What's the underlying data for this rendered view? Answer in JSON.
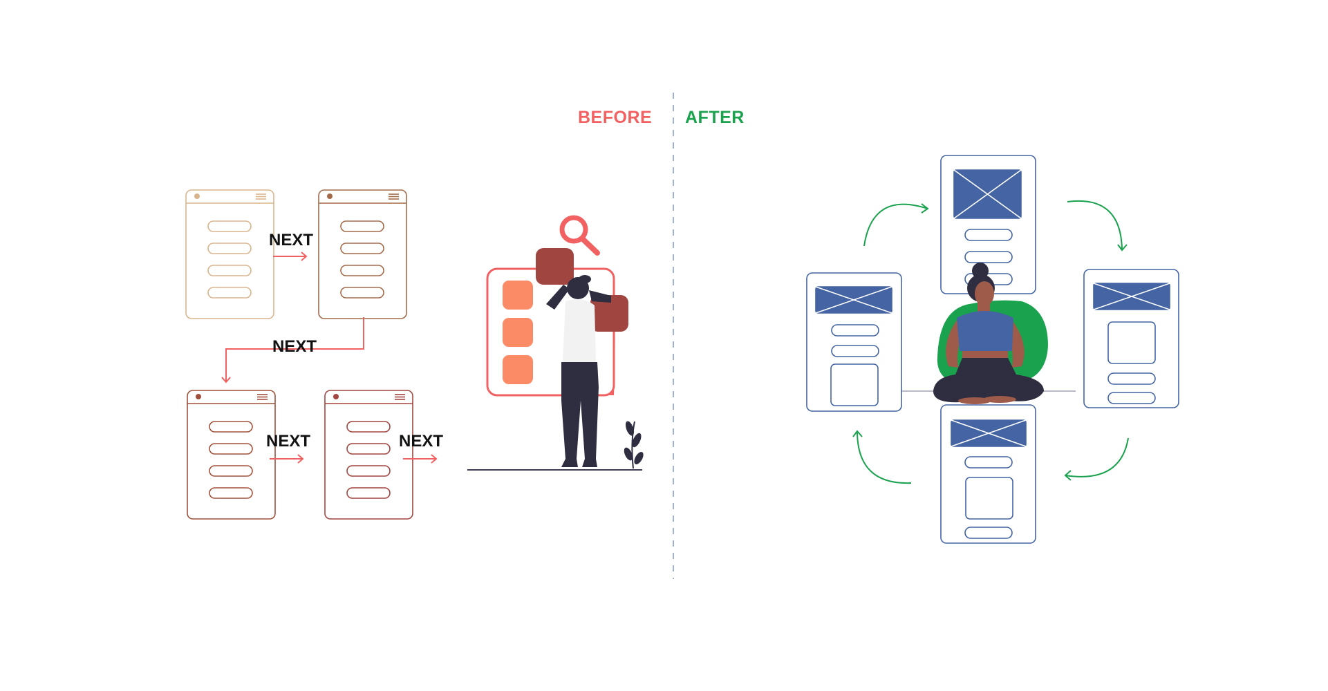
{
  "labels": {
    "before": "BEFORE",
    "after": "AFTER",
    "next": "NEXT"
  },
  "colors": {
    "before": "#f26161",
    "after": "#1aa24e",
    "wireframe_blue": "#4464a4",
    "wireframe_brown": "#a0583a",
    "wireframe_tan": "#d9b58c",
    "divider": "#9fb3d6",
    "figure_dark": "#2f2e41",
    "figure_skin": "#9e5b4a",
    "tile_coral": "#fb8b67",
    "tile_maroon": "#a0453f",
    "green_blob": "#1aa24e"
  },
  "icons": {
    "magnifier": "magnifier-icon",
    "image_placeholder": "image-placeholder-icon",
    "hamburger": "hamburger-icon"
  }
}
